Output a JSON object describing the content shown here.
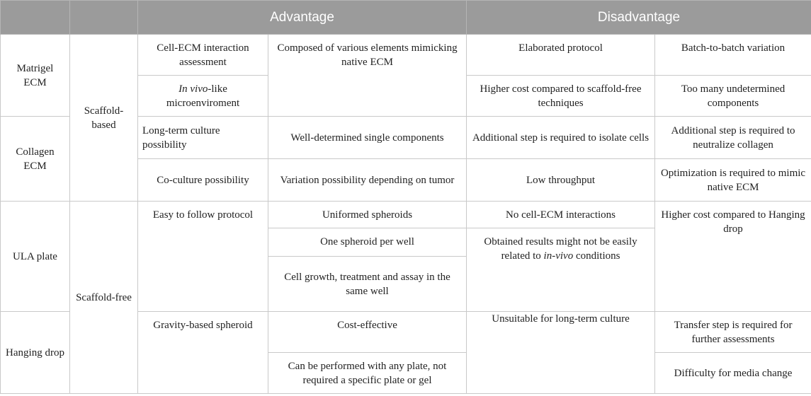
{
  "header": {
    "advantage": "Advantage",
    "disadvantage": "Disadvantage"
  },
  "methods": {
    "matrigel": "Matrigel ECM",
    "collagen": "Collagen ECM",
    "ula": "ULA plate",
    "hanging": "Hanging drop"
  },
  "types": {
    "scaffold_based": "Scaffold-based",
    "scaffold_free": "Scaffold-free"
  },
  "cells": {
    "adv1_cell_ecm": "Cell-ECM interaction assessment",
    "adv1_invivo_italic": "In vivo",
    "adv1_invivo_rest": "-like microenviroment",
    "adv2_composed": "Composed of various elements mimicking native ECM",
    "dis1_elaborated": "Elaborated protocol",
    "dis2_batch": "Batch-to-batch variation",
    "dis1_higher_cost": "Higher cost compared to scaffold-free techniques",
    "dis2_undetermined": "Too many undetermined components",
    "adv1_long_term": "Long-term culture possibility",
    "adv2_single": "Well-determined single components",
    "dis1_isolate": "Additional step is required to isolate cells",
    "dis2_neutralize": "Additional step is required to neutralize collagen",
    "adv1_coculture": "Co-culture possibility",
    "adv2_variation": "Variation possibility depending on tumor",
    "dis1_throughput": "Low throughput",
    "dis2_optimization": "Optimization is required to mimic native ECM",
    "adv1_easy": "Easy to follow protocol",
    "adv2_uniformed": "Uniformed spheroids",
    "dis1_no_cell_ecm": "No cell-ECM interactions",
    "dis2_cost_hanging": "Higher cost compared to Hanging drop",
    "adv2_one_spheroid": "One spheroid per well",
    "dis1_obtained_pre": "Obtained results might not be easily related to ",
    "dis1_obtained_italic": "in-vivo",
    "dis1_obtained_post": " conditions",
    "adv2_cell_growth": "Cell growth, treatment and assay in the same well",
    "dis1_unsuitable": "Unsuitable for long-term culture",
    "adv1_gravity": "Gravity-based spheroid",
    "adv2_cost_effective": "Cost-effective",
    "dis2_transfer": "Transfer step is required for further assessments",
    "adv2_any_plate": "Can be performed with any plate, not required a specific plate or gel",
    "dis2_media": "Difficulty for media change"
  }
}
